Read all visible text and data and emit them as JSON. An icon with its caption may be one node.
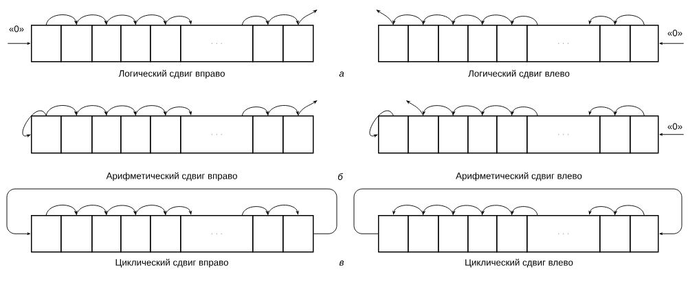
{
  "diagram": {
    "nodes": [
      {
        "text": [
          "«0»"
        ]
      },
      {
        "text": [],
        "shape": "box"
      },
      {
        "text": [],
        "shape": "box"
      },
      {
        "text": [],
        "shape": "box"
      },
      {
        "text": [],
        "shape": "box"
      },
      {
        "text": [],
        "shape": "box"
      },
      {
        "text": [
          ". . ."
        ]
      },
      {
        "text": [],
        "shape": "box"
      },
      {
        "text": [],
        "shape": "box"
      },
      {
        "text": [],
        "shape": "box"
      },
      {
        "text": [],
        "shape": "box"
      },
      {
        "text": [],
        "shape": "box"
      },
      {
        "text": [],
        "shape": "box"
      },
      {
        "text": [],
        "shape": "box"
      },
      {
        "text": [
          ". . ."
        ]
      },
      {
        "text": [],
        "shape": "box"
      },
      {
        "text": [],
        "shape": "box"
      },
      {
        "text": [
          "«0»"
        ]
      },
      {
        "text": [],
        "shape": "box"
      },
      {
        "text": [],
        "shape": "box"
      },
      {
        "text": [],
        "shape": "box"
      },
      {
        "text": [],
        "shape": "box"
      },
      {
        "text": [],
        "shape": "box"
      },
      {
        "text": [
          ". . ."
        ]
      },
      {
        "text": [],
        "shape": "box"
      },
      {
        "text": [],
        "shape": "box"
      },
      {
        "text": [],
        "shape": "box"
      },
      {
        "text": [],
        "shape": "box"
      },
      {
        "text": [],
        "shape": "box"
      },
      {
        "text": [],
        "shape": "box"
      },
      {
        "text": [],
        "shape": "box"
      },
      {
        "text": [
          ". . ."
        ]
      },
      {
        "text": [],
        "shape": "box"
      },
      {
        "text": [],
        "shape": "box"
      },
      {
        "text": [
          "«0»"
        ]
      },
      {
        "text": [],
        "shape": "box"
      },
      {
        "text": [],
        "shape": "box"
      },
      {
        "text": [],
        "shape": "box"
      },
      {
        "text": [],
        "shape": "box"
      },
      {
        "text": [],
        "shape": "box"
      },
      {
        "text": [
          ". . ."
        ]
      },
      {
        "text": [],
        "shape": "box"
      },
      {
        "text": [],
        "shape": "box"
      },
      {
        "text": [],
        "shape": "box"
      },
      {
        "text": [],
        "shape": "box"
      },
      {
        "text": [],
        "shape": "box"
      },
      {
        "text": [],
        "shape": "box"
      },
      {
        "text": [],
        "shape": "box"
      },
      {
        "text": [
          ". . ."
        ]
      },
      {
        "text": [],
        "shape": "box"
      },
      {
        "text": [],
        "shape": "box"
      }
    ],
    "edges": [
      {
        "from": 0,
        "to": 1,
        "arrow": "to"
      },
      {
        "from": 1,
        "to": 2,
        "arrow": "to"
      },
      {
        "from": 2,
        "to": 3,
        "arrow": "to"
      },
      {
        "from": 3,
        "to": 4,
        "arrow": "to"
      },
      {
        "from": 4,
        "to": 5,
        "arrow": "to"
      },
      {
        "from": 5,
        "to": 6,
        "arrow": "to"
      },
      {
        "from": 6,
        "to": 7,
        "arrow": "to"
      },
      {
        "from": 7,
        "to": 8,
        "arrow": "to"
      },
      {
        "from": 8,
        "to": null,
        "arrow": "to"
      },
      {
        "from": 9,
        "to": null,
        "arrow": "to"
      },
      {
        "from": 10,
        "to": 9,
        "arrow": "to"
      },
      {
        "from": 11,
        "to": 10,
        "arrow": "to"
      },
      {
        "from": 12,
        "to": 11,
        "arrow": "to"
      },
      {
        "from": 13,
        "to": 12,
        "arrow": "to"
      },
      {
        "from": 14,
        "to": 13,
        "arrow": "to"
      },
      {
        "from": 15,
        "to": 14,
        "arrow": "to"
      },
      {
        "from": 16,
        "to": 15,
        "arrow": "to"
      },
      {
        "from": 17,
        "to": 16,
        "arrow": "to"
      },
      {
        "from": 18,
        "to": 18,
        "arrow": "to"
      },
      {
        "from": 18,
        "to": 19,
        "arrow": "to"
      },
      {
        "from": 19,
        "to": 20,
        "arrow": "to"
      },
      {
        "from": 20,
        "to": 21,
        "arrow": "to"
      },
      {
        "from": 21,
        "to": 22,
        "arrow": "to"
      },
      {
        "from": 22,
        "to": 23,
        "arrow": "to"
      },
      {
        "from": 23,
        "to": 24,
        "arrow": "to"
      },
      {
        "from": 24,
        "to": 25,
        "arrow": "to"
      },
      {
        "from": 25,
        "to": null,
        "arrow": "to"
      },
      {
        "from": 26,
        "to": 26,
        "arrow": "to"
      },
      {
        "from": 27,
        "to": null,
        "arrow": "to"
      },
      {
        "from": 28,
        "to": 27,
        "arrow": "to"
      },
      {
        "from": 29,
        "to": 28,
        "arrow": "to"
      },
      {
        "from": 30,
        "to": 29,
        "arrow": "to"
      },
      {
        "from": 31,
        "to": 30,
        "arrow": "to"
      },
      {
        "from": 32,
        "to": 31,
        "arrow": "to"
      },
      {
        "from": 33,
        "to": 32,
        "arrow": "to"
      },
      {
        "from": 34,
        "to": 33,
        "arrow": "to"
      },
      {
        "from": 35,
        "to": 36,
        "arrow": "to"
      },
      {
        "from": 36,
        "to": 37,
        "arrow": "to"
      },
      {
        "from": 37,
        "to": 38,
        "arrow": "to"
      },
      {
        "from": 38,
        "to": 39,
        "arrow": "to"
      },
      {
        "from": 39,
        "to": 40,
        "arrow": "to"
      },
      {
        "from": 40,
        "to": 41,
        "arrow": "to"
      },
      {
        "from": 41,
        "to": 42,
        "arrow": "to"
      },
      {
        "from": 42,
        "to": 35,
        "arrow": "to"
      },
      {
        "from": 44,
        "to": 43,
        "arrow": "to"
      },
      {
        "from": 45,
        "to": 44,
        "arrow": "to"
      },
      {
        "from": 46,
        "to": 45,
        "arrow": "to"
      },
      {
        "from": 47,
        "to": 46,
        "arrow": "to"
      },
      {
        "from": 48,
        "to": 47,
        "arrow": "to"
      },
      {
        "from": 49,
        "to": 48,
        "arrow": "to"
      },
      {
        "from": 50,
        "to": 49,
        "arrow": "to"
      },
      {
        "from": 43,
        "to": 50,
        "arrow": "to"
      }
    ],
    "labels": [
      "Логический сдвиг вправо",
      "а",
      "Логический сдвиг влево",
      "Арифметический сдвиг вправо",
      "б",
      "Арифметический сдвиг влево",
      "Циклический сдвиг вправо",
      "в",
      "Циклический сдвиг влево"
    ]
  }
}
